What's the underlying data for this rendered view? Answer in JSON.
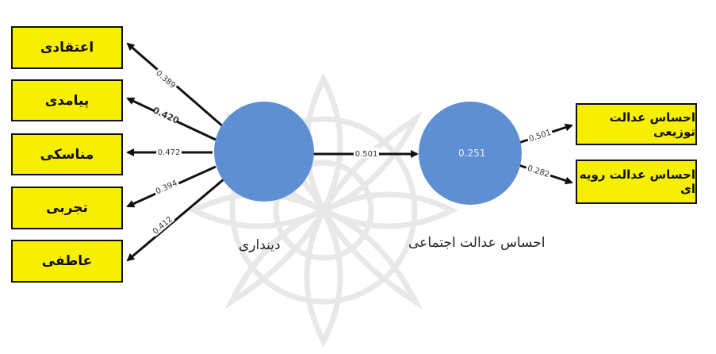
{
  "colors": {
    "box_fill": "#f7ef00",
    "node_fill": "#5f8fd3",
    "watermark": "#ececec",
    "arrow": "#111111"
  },
  "watermark_icon": "ornamental-flower-watermark-icon",
  "nodes": {
    "religiosity": {
      "label": "دینداری"
    },
    "justice": {
      "label": "احساس عدالت اجتماعی",
      "value": "0.251"
    }
  },
  "left_indicators": [
    {
      "label": "اعتقادی",
      "weight": "0.389"
    },
    {
      "label": "پیامدی",
      "weight": "0.420"
    },
    {
      "label": "مناسکی",
      "weight": "0.472"
    },
    {
      "label": "تجربی",
      "weight": "0.394"
    },
    {
      "label": "عاطفی",
      "weight": "0.412"
    }
  ],
  "path_coefficient": "0.501",
  "right_indicators": [
    {
      "label": "احساس عدالت توزیعی",
      "weight": "0.501"
    },
    {
      "label": "احساس عدالت رویه ای",
      "weight": "0.282"
    }
  ]
}
